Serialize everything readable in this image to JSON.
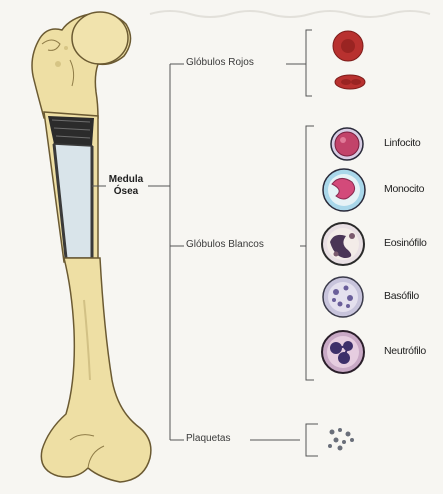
{
  "diagram": {
    "bone_label_line1": "Medula",
    "bone_label_line2": "Ósea",
    "branches": {
      "red": "Glóbulos Rojos",
      "white": "Glóbulos Blancos",
      "platelets": "Plaquetas"
    },
    "white_cells": [
      {
        "name": "Linfocito",
        "icon": "lymphocyte-icon"
      },
      {
        "name": "Monocito",
        "icon": "monocyte-icon"
      },
      {
        "name": "Eosinófilo",
        "icon": "eosinophil-icon"
      },
      {
        "name": "Basófilo",
        "icon": "basophil-icon"
      },
      {
        "name": "Neutrófilo",
        "icon": "neutrophil-icon"
      }
    ],
    "icons": [
      "femur-bone-icon",
      "red-blood-cell-icon",
      "platelets-icon"
    ],
    "colors": {
      "bone": "#eedfa4",
      "bone_outline": "#6b5a32",
      "marrow_dark": "#2b2b2b",
      "marrow_light": "#d9e4ea",
      "red_cell": "#b8312f",
      "lines": "#555555"
    }
  }
}
